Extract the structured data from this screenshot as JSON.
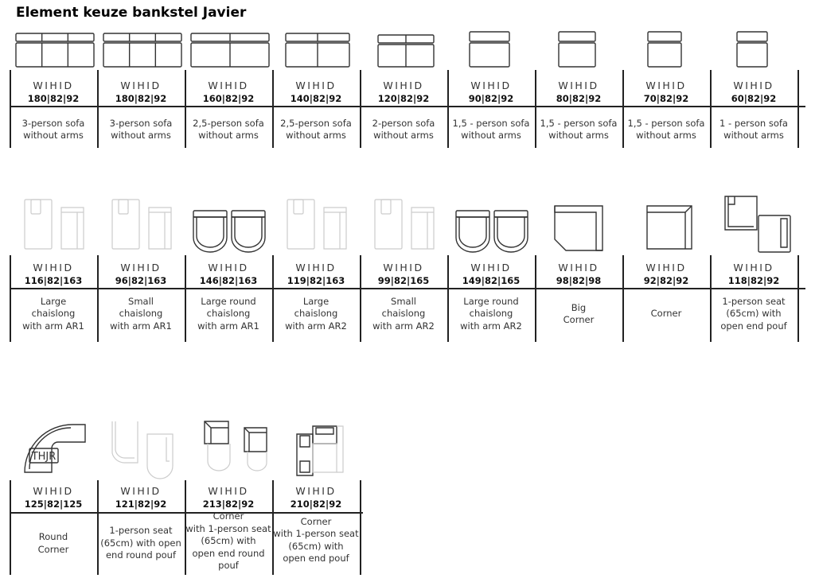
{
  "page": {
    "title": "Element keuze bankstel Javier"
  },
  "wihid_label": "WIHID",
  "rows": [
    {
      "items": [
        {
          "icon": "sofa-3-person-icon",
          "dims": "180|82|92",
          "desc": "3-person sofa\nwithout arms"
        },
        {
          "icon": "sofa-3-person-icon",
          "dims": "180|82|92",
          "desc": "3-person sofa\nwithout arms"
        },
        {
          "icon": "sofa-2-5-person-icon",
          "dims": "160|82|92",
          "desc": "2,5-person sofa\nwithout arms"
        },
        {
          "icon": "sofa-2-5-person-icon",
          "dims": "140|82|92",
          "desc": "2,5-person sofa\nwithout arms"
        },
        {
          "icon": "sofa-2-person-icon",
          "dims": "120|82|92",
          "desc": "2-person sofa\nwithout arms"
        },
        {
          "icon": "sofa-1-5-person-icon",
          "dims": "90|82|92",
          "desc": "1,5 - person sofa\nwithout arms"
        },
        {
          "icon": "sofa-1-5-person-icon",
          "dims": "80|82|92",
          "desc": "1,5 - person sofa\nwithout arms"
        },
        {
          "icon": "sofa-1-5-person-icon",
          "dims": "70|82|92",
          "desc": "1,5 - person sofa\nwithout arms"
        },
        {
          "icon": "sofa-1-person-icon",
          "dims": "60|82|92",
          "desc": "1 - person sofa\nwithout arms"
        }
      ]
    },
    {
      "items": [
        {
          "icon": "large-chaislong-ar1-icon",
          "dims": "116|82|163",
          "desc": "Large\nchaislong\nwith arm AR1"
        },
        {
          "icon": "small-chaislong-ar1-icon",
          "dims": "96|82|163",
          "desc": "Small\nchaislong\nwith arm AR1"
        },
        {
          "icon": "large-round-chaislong-ar1-icon",
          "dims": "146|82|163",
          "desc": "Large round\nchaislong\nwith arm AR1"
        },
        {
          "icon": "large-chaislong-ar2-icon",
          "dims": "119|82|163",
          "desc": "Large\nchaislong\nwith arm AR2"
        },
        {
          "icon": "small-chaislong-ar2-icon",
          "dims": "99|82|165",
          "desc": "Small\nchaislong\nwith arm AR2"
        },
        {
          "icon": "large-round-chaislong-ar2-icon",
          "dims": "149|82|165",
          "desc": "Large round\nchaislong\nwith arm AR2"
        },
        {
          "icon": "big-corner-icon",
          "dims": "98|82|98",
          "desc": "Big\nCorner"
        },
        {
          "icon": "corner-icon",
          "dims": "92|82|92",
          "desc": "Corner"
        },
        {
          "icon": "seat-open-end-pouf-icon",
          "dims": "118|82|92",
          "desc": "1-person seat\n(65cm) with\nopen end pouf"
        }
      ]
    },
    {
      "items": [
        {
          "icon": "round-corner-icon",
          "dims": "125|82|125",
          "desc": "Round\nCorner",
          "logo_text": "THJR"
        },
        {
          "icon": "seat-open-end-round-pouf-icon",
          "dims": "121|82|92",
          "desc": "1-person seat\n(65cm) with open\nend round pouf"
        },
        {
          "icon": "corner-seat-open-end-round-pouf-icon",
          "dims": "213|82|92",
          "desc": "Corner\nwith 1-person seat\n(65cm) with\nopen end round\npouf"
        },
        {
          "icon": "corner-seat-open-end-pouf-icon",
          "dims": "210|82|92",
          "desc": "Corner\nwith 1-person seat\n(65cm) with\nopen end pouf"
        }
      ]
    }
  ]
}
